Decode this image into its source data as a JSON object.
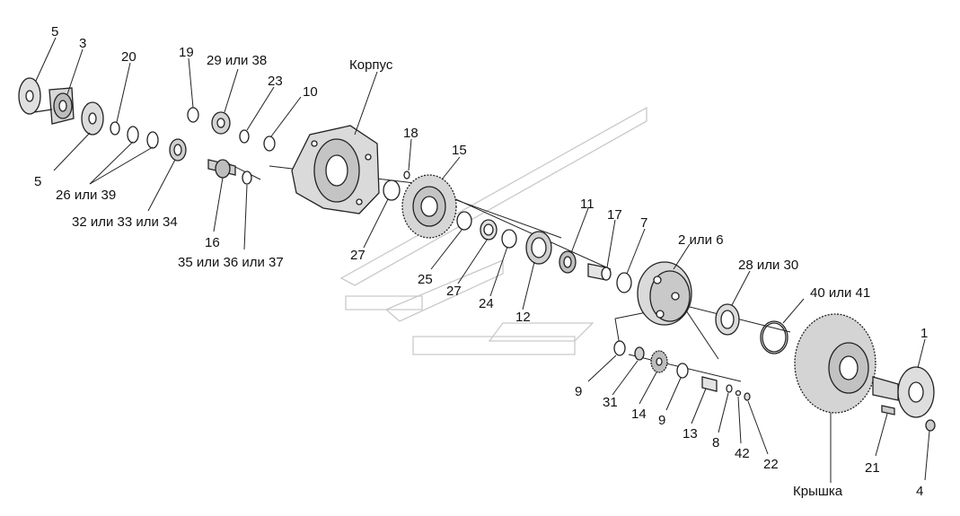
{
  "diagram": {
    "labels": {
      "l5a": "5",
      "l3": "3",
      "l20": "20",
      "l19": "19",
      "l29": "29 или 38",
      "l23": "23",
      "l10": "10",
      "lkorpus": "Корпус",
      "l18": "18",
      "l15": "15",
      "l5b": "5",
      "l26": "26 или 39",
      "l32": "32 или 33 или 34",
      "l16": "16",
      "l35": "35 или 36 или 37",
      "l27a": "27",
      "l25": "25",
      "l27b": "27",
      "l24": "24",
      "l12": "12",
      "l11": "11",
      "l17": "17",
      "l7": "7",
      "l2": "2 или 6",
      "l28": "28 или 30",
      "l40": "40 или 41",
      "l1": "1",
      "l9a": "9",
      "l31": "31",
      "l14": "14",
      "l9b": "9",
      "l13": "13",
      "l8": "8",
      "l42": "42",
      "l22": "22",
      "l21": "21",
      "lkryshka": "Крышка",
      "l4": "4"
    }
  }
}
